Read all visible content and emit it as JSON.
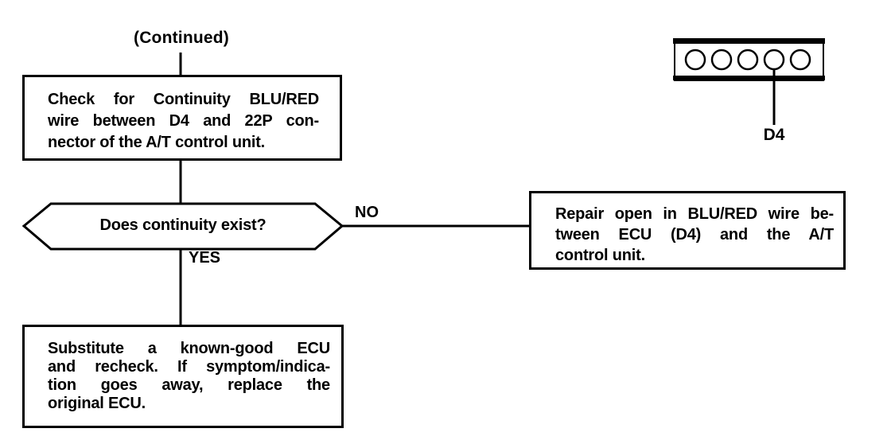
{
  "page": {
    "paper_color": "#ffffff",
    "ink_color": "#000000"
  },
  "flowchart": {
    "continued_label": "(Continued)",
    "step1": {
      "lines": [
        "Check for Continuity BLU/RED",
        "wire between D4 and 22P con-",
        "nector of the A/T control unit."
      ]
    },
    "decision": {
      "question": "Does continuity exist?",
      "no_label": "NO",
      "yes_label": "YES"
    },
    "no_action": {
      "lines": [
        "Repair open in BLU/RED wire be-",
        "tween ECU (D4) and the A/T",
        "control unit."
      ]
    },
    "yes_action": {
      "lines": [
        "Substitute a known-good ECU",
        "and recheck. If symptom/indica-",
        "tion goes away, replace the",
        "original ECU."
      ]
    }
  },
  "connector_diagram": {
    "label": "D4",
    "pin_count": 5,
    "pointed_pin_index": 4
  }
}
